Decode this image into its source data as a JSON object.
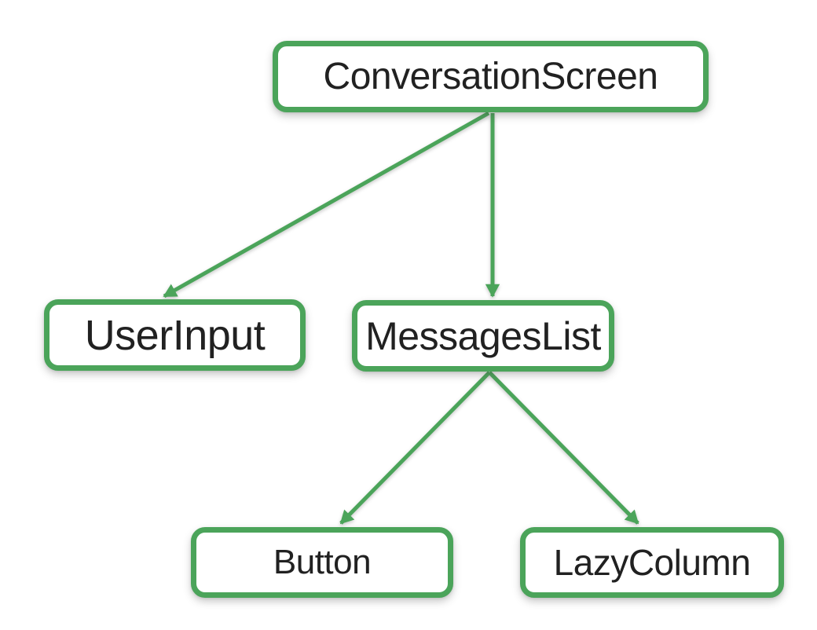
{
  "diagram": {
    "type": "component-tree",
    "nodes": [
      {
        "id": "conversation-screen",
        "label": "ConversationScreen"
      },
      {
        "id": "user-input",
        "label": "UserInput"
      },
      {
        "id": "messages-list",
        "label": "MessagesList"
      },
      {
        "id": "button",
        "label": "Button"
      },
      {
        "id": "lazy-column",
        "label": "LazyColumn"
      }
    ],
    "edges": [
      {
        "from": "ConversationScreen",
        "to": "UserInput"
      },
      {
        "from": "ConversationScreen",
        "to": "MessagesList"
      },
      {
        "from": "MessagesList",
        "to": "Button"
      },
      {
        "from": "MessagesList",
        "to": "LazyColumn"
      }
    ],
    "colors": {
      "accent_green": "#4BA45A",
      "node_fill": "#FFFFFF",
      "node_text": "#212121",
      "background": "#FFFFFF"
    }
  }
}
